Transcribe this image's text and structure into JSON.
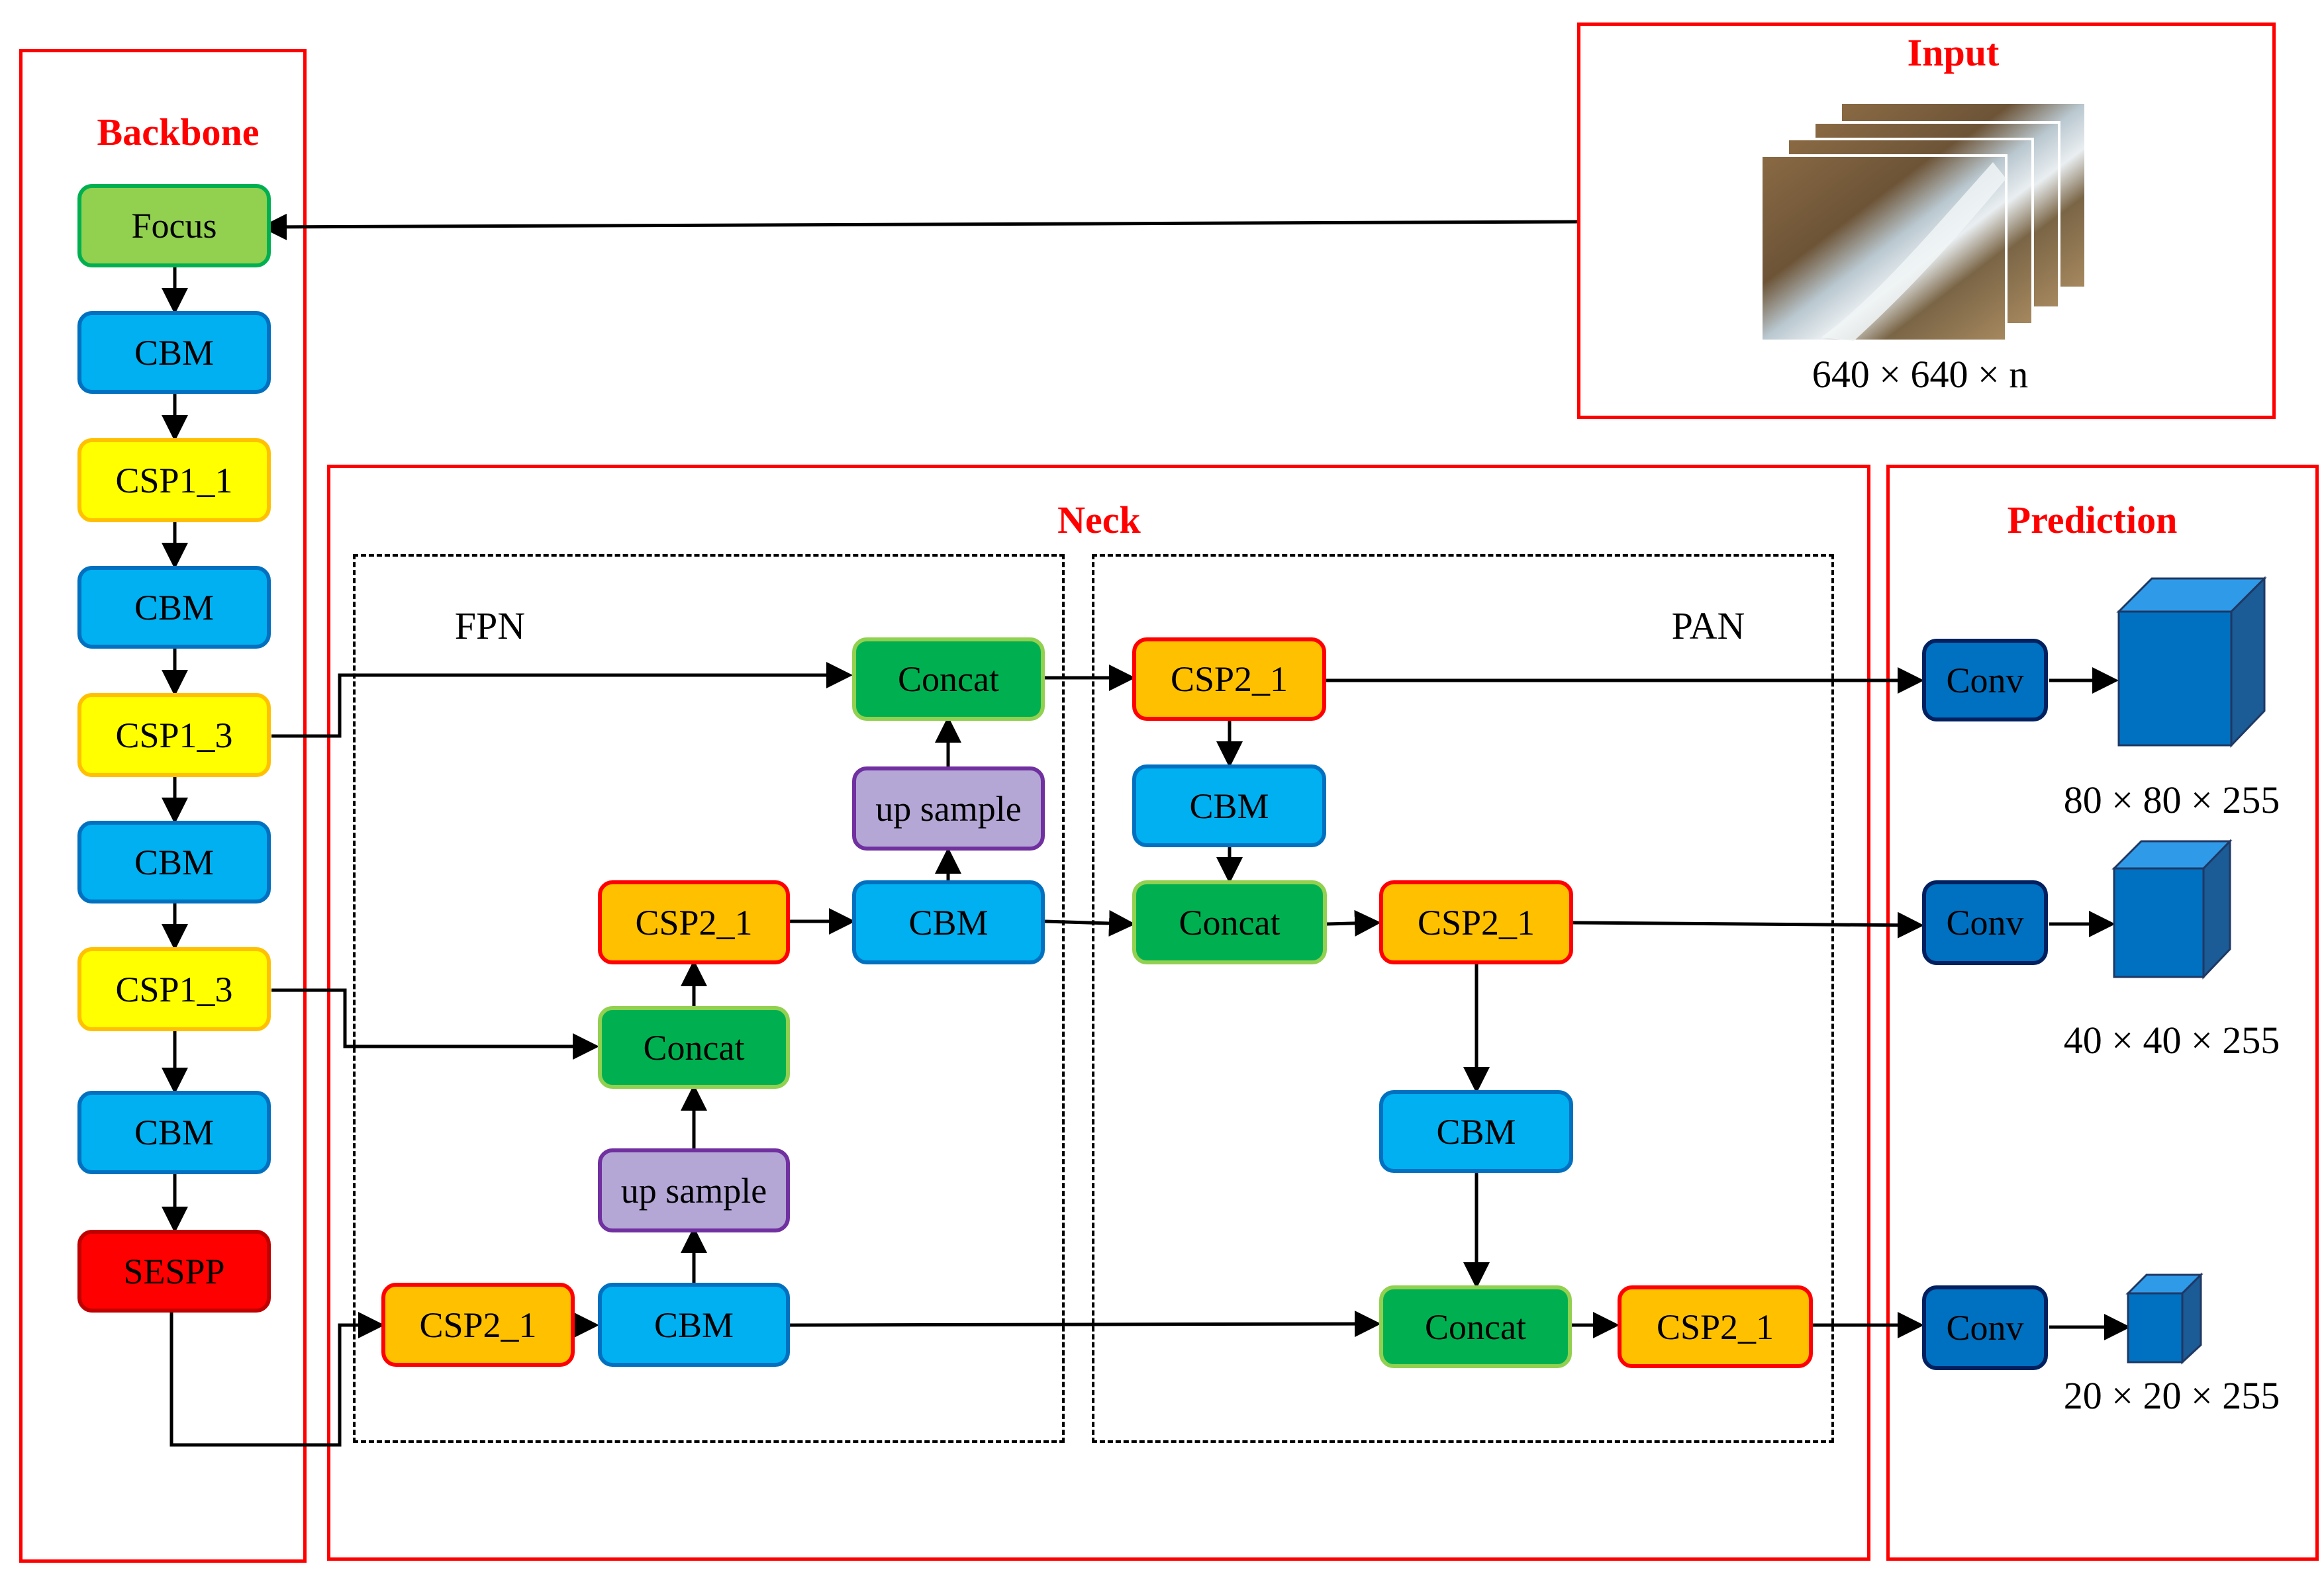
{
  "sections": {
    "backbone": "Backbone",
    "input": "Input",
    "neck": "Neck",
    "prediction": "Prediction"
  },
  "neck_labels": {
    "fpn": "FPN",
    "pan": "PAN"
  },
  "input_dims": "640 × 640 × n",
  "backbone_nodes": [
    "Focus",
    "CBM",
    "CSP1_1",
    "CBM",
    "CSP1_3",
    "CBM",
    "CSP1_3",
    "CBM",
    "SESPP"
  ],
  "fpn_nodes": {
    "concat_top": "Concat",
    "upsample_top": "up sample",
    "cbm_top": "CBM",
    "csp2_mid": "CSP2_1",
    "concat_mid": "Concat",
    "upsample_bottom": "up sample",
    "csp2_bottom": "CSP2_1",
    "cbm_bottom": "CBM"
  },
  "pan_nodes": {
    "csp2_top": "CSP2_1",
    "cbm_top": "CBM",
    "concat_mid": "Concat",
    "csp2_mid": "CSP2_1",
    "cbm_mid": "CBM",
    "concat_bottom": "Concat",
    "csp2_bottom": "CSP2_1"
  },
  "prediction": {
    "conv_labels": [
      "Conv",
      "Conv",
      "Conv"
    ],
    "outputs": [
      "80 × 80 × 255",
      "40 × 40 × 255",
      "20 × 20 × 255"
    ]
  },
  "colors": {
    "frame": "#ff0000",
    "focus": "#92d050",
    "cbm": "#00b0f0",
    "csp1": "#ffff00",
    "csp2": "#ffc000",
    "concat": "#00b050",
    "upsample": "#b4a7d6",
    "sespp": "#ff0000",
    "conv": "#0070c0",
    "cube": "#0070c0"
  }
}
